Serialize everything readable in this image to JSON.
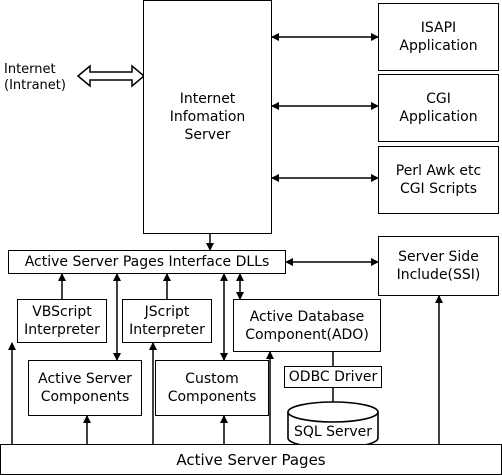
{
  "internet_label": "Internet\n(Intranet)",
  "iis": "Internet\nInfomation\nServer",
  "isapi": "ISAPI\nApplication",
  "cgi": "CGI\nApplication",
  "perl": "Perl Awk etc\nCGI Scripts",
  "ssi": "Server Side\nInclude(SSI)",
  "asp_dlls": "Active Server Pages Interface DLLs",
  "vbscript": "VBScript\nInterpreter",
  "jscript": "JScript\nInterpreter",
  "ado": "Active Database\nComponent(ADO)",
  "asp_components": "Active Server\nComponents",
  "custom_components": "Custom\nComponents",
  "odbc": "ODBC Driver",
  "sql_server": "SQL Server",
  "asp": "Active Server Pages"
}
